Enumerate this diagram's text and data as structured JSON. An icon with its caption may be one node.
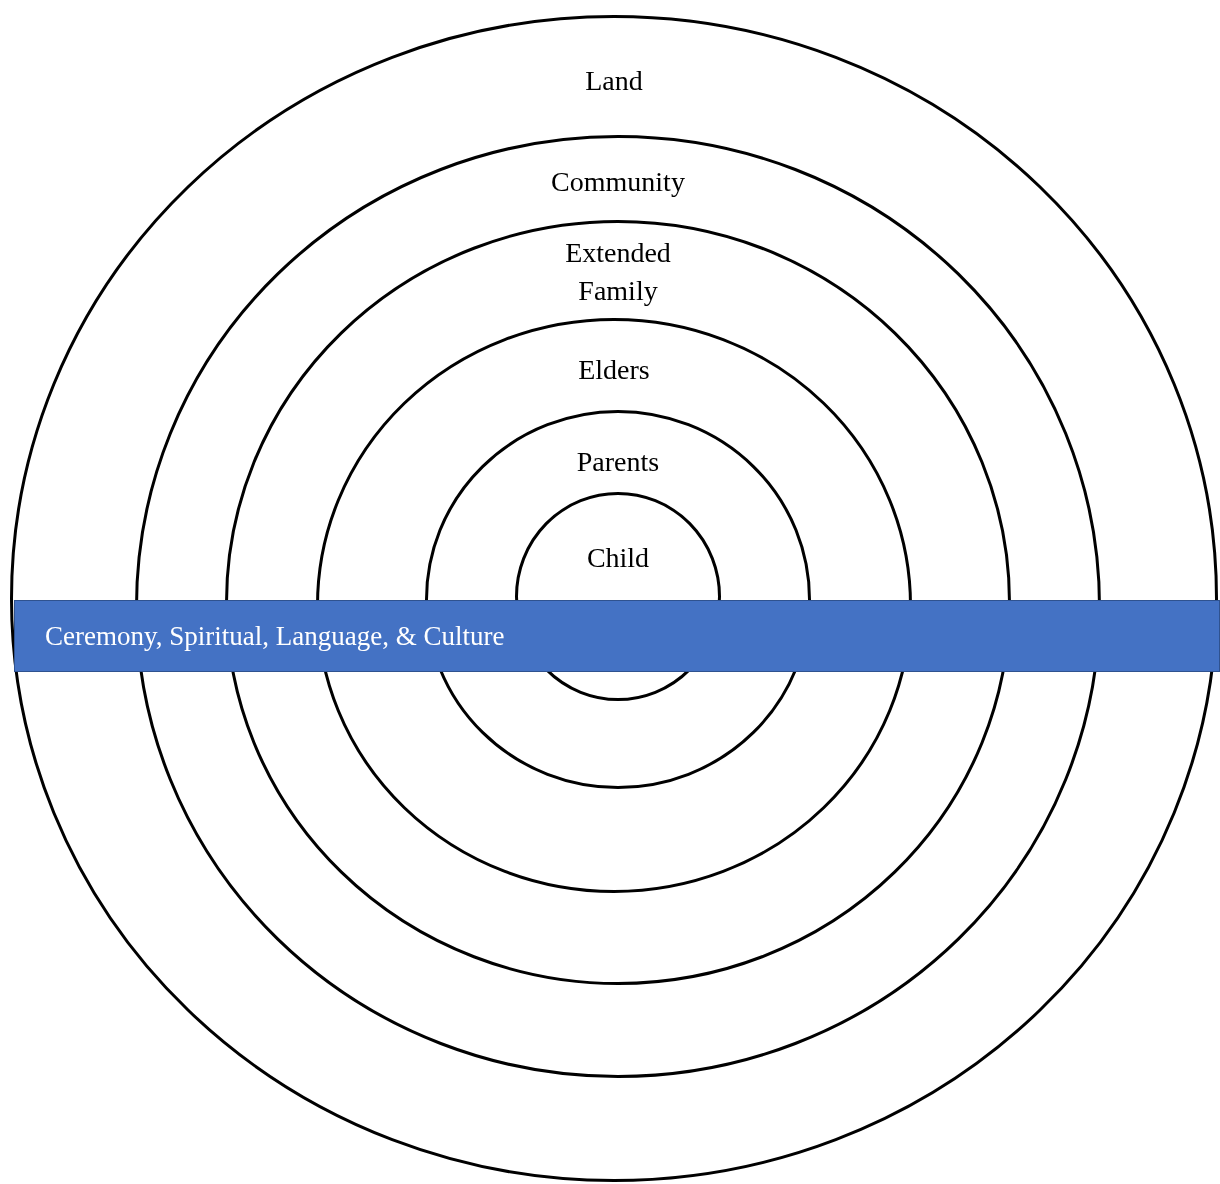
{
  "diagram": {
    "nodes": [
      {
        "text": [
          "Land"
        ]
      },
      {
        "text": [
          "Community"
        ],
        "in": 0
      },
      {
        "text": [
          "Extended Family"
        ],
        "in": 1
      },
      {
        "text": [
          "Elders"
        ],
        "in": 2
      },
      {
        "text": [
          "Parents"
        ],
        "in": 3
      },
      {
        "text": [
          "Child"
        ],
        "in": 4
      },
      {
        "text": [
          "Ceremony, Spiritual, Language, & Culture"
        ],
        "in": 0
      }
    ]
  }
}
